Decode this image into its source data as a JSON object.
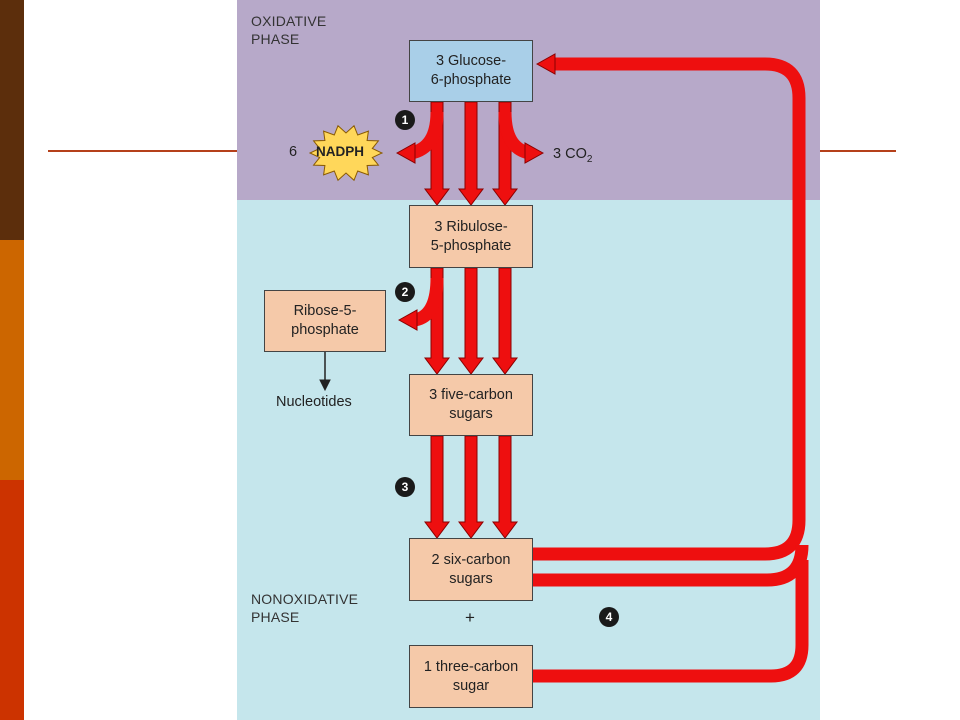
{
  "colors": {
    "bar_dark": "#5c2e0c",
    "bar_orange": "#cc6600",
    "bar_red": "#cc3300",
    "rule": "#b5401a",
    "oxidative_bg": "#b7a9c9",
    "nonoxidative_bg": "#c5e6ec",
    "glucose_box": "#a9cfe8",
    "intermediate_box": "#f5c9a9",
    "arrow_fill": "#ee0f0f",
    "arrow_stroke": "#8a0000",
    "nadph_star": "#ffd75a"
  },
  "phases": {
    "oxidative": "OXIDATIVE\nPHASE",
    "nonoxidative": "NONOXIDATIVE\nPHASE"
  },
  "boxes": {
    "glucose": [
      "3 Glucose-",
      "6-phosphate"
    ],
    "ribulose": [
      "3 Ribulose-",
      "5-phosphate"
    ],
    "ribose": [
      "Ribose-5-",
      "phosphate"
    ],
    "five_carbon": [
      "3 five-carbon",
      "sugars"
    ],
    "six_carbon": [
      "2 six-carbon",
      "sugars"
    ],
    "three_carbon": [
      "1 three-carbon",
      "sugar"
    ]
  },
  "labels": {
    "nadph_count": "6",
    "nadph": "NADPH",
    "co2_prefix": "3 CO",
    "co2_subscript": "2",
    "nucleotides": "Nucleotides",
    "plus": "+"
  },
  "steps": [
    "1",
    "2",
    "3",
    "4"
  ]
}
